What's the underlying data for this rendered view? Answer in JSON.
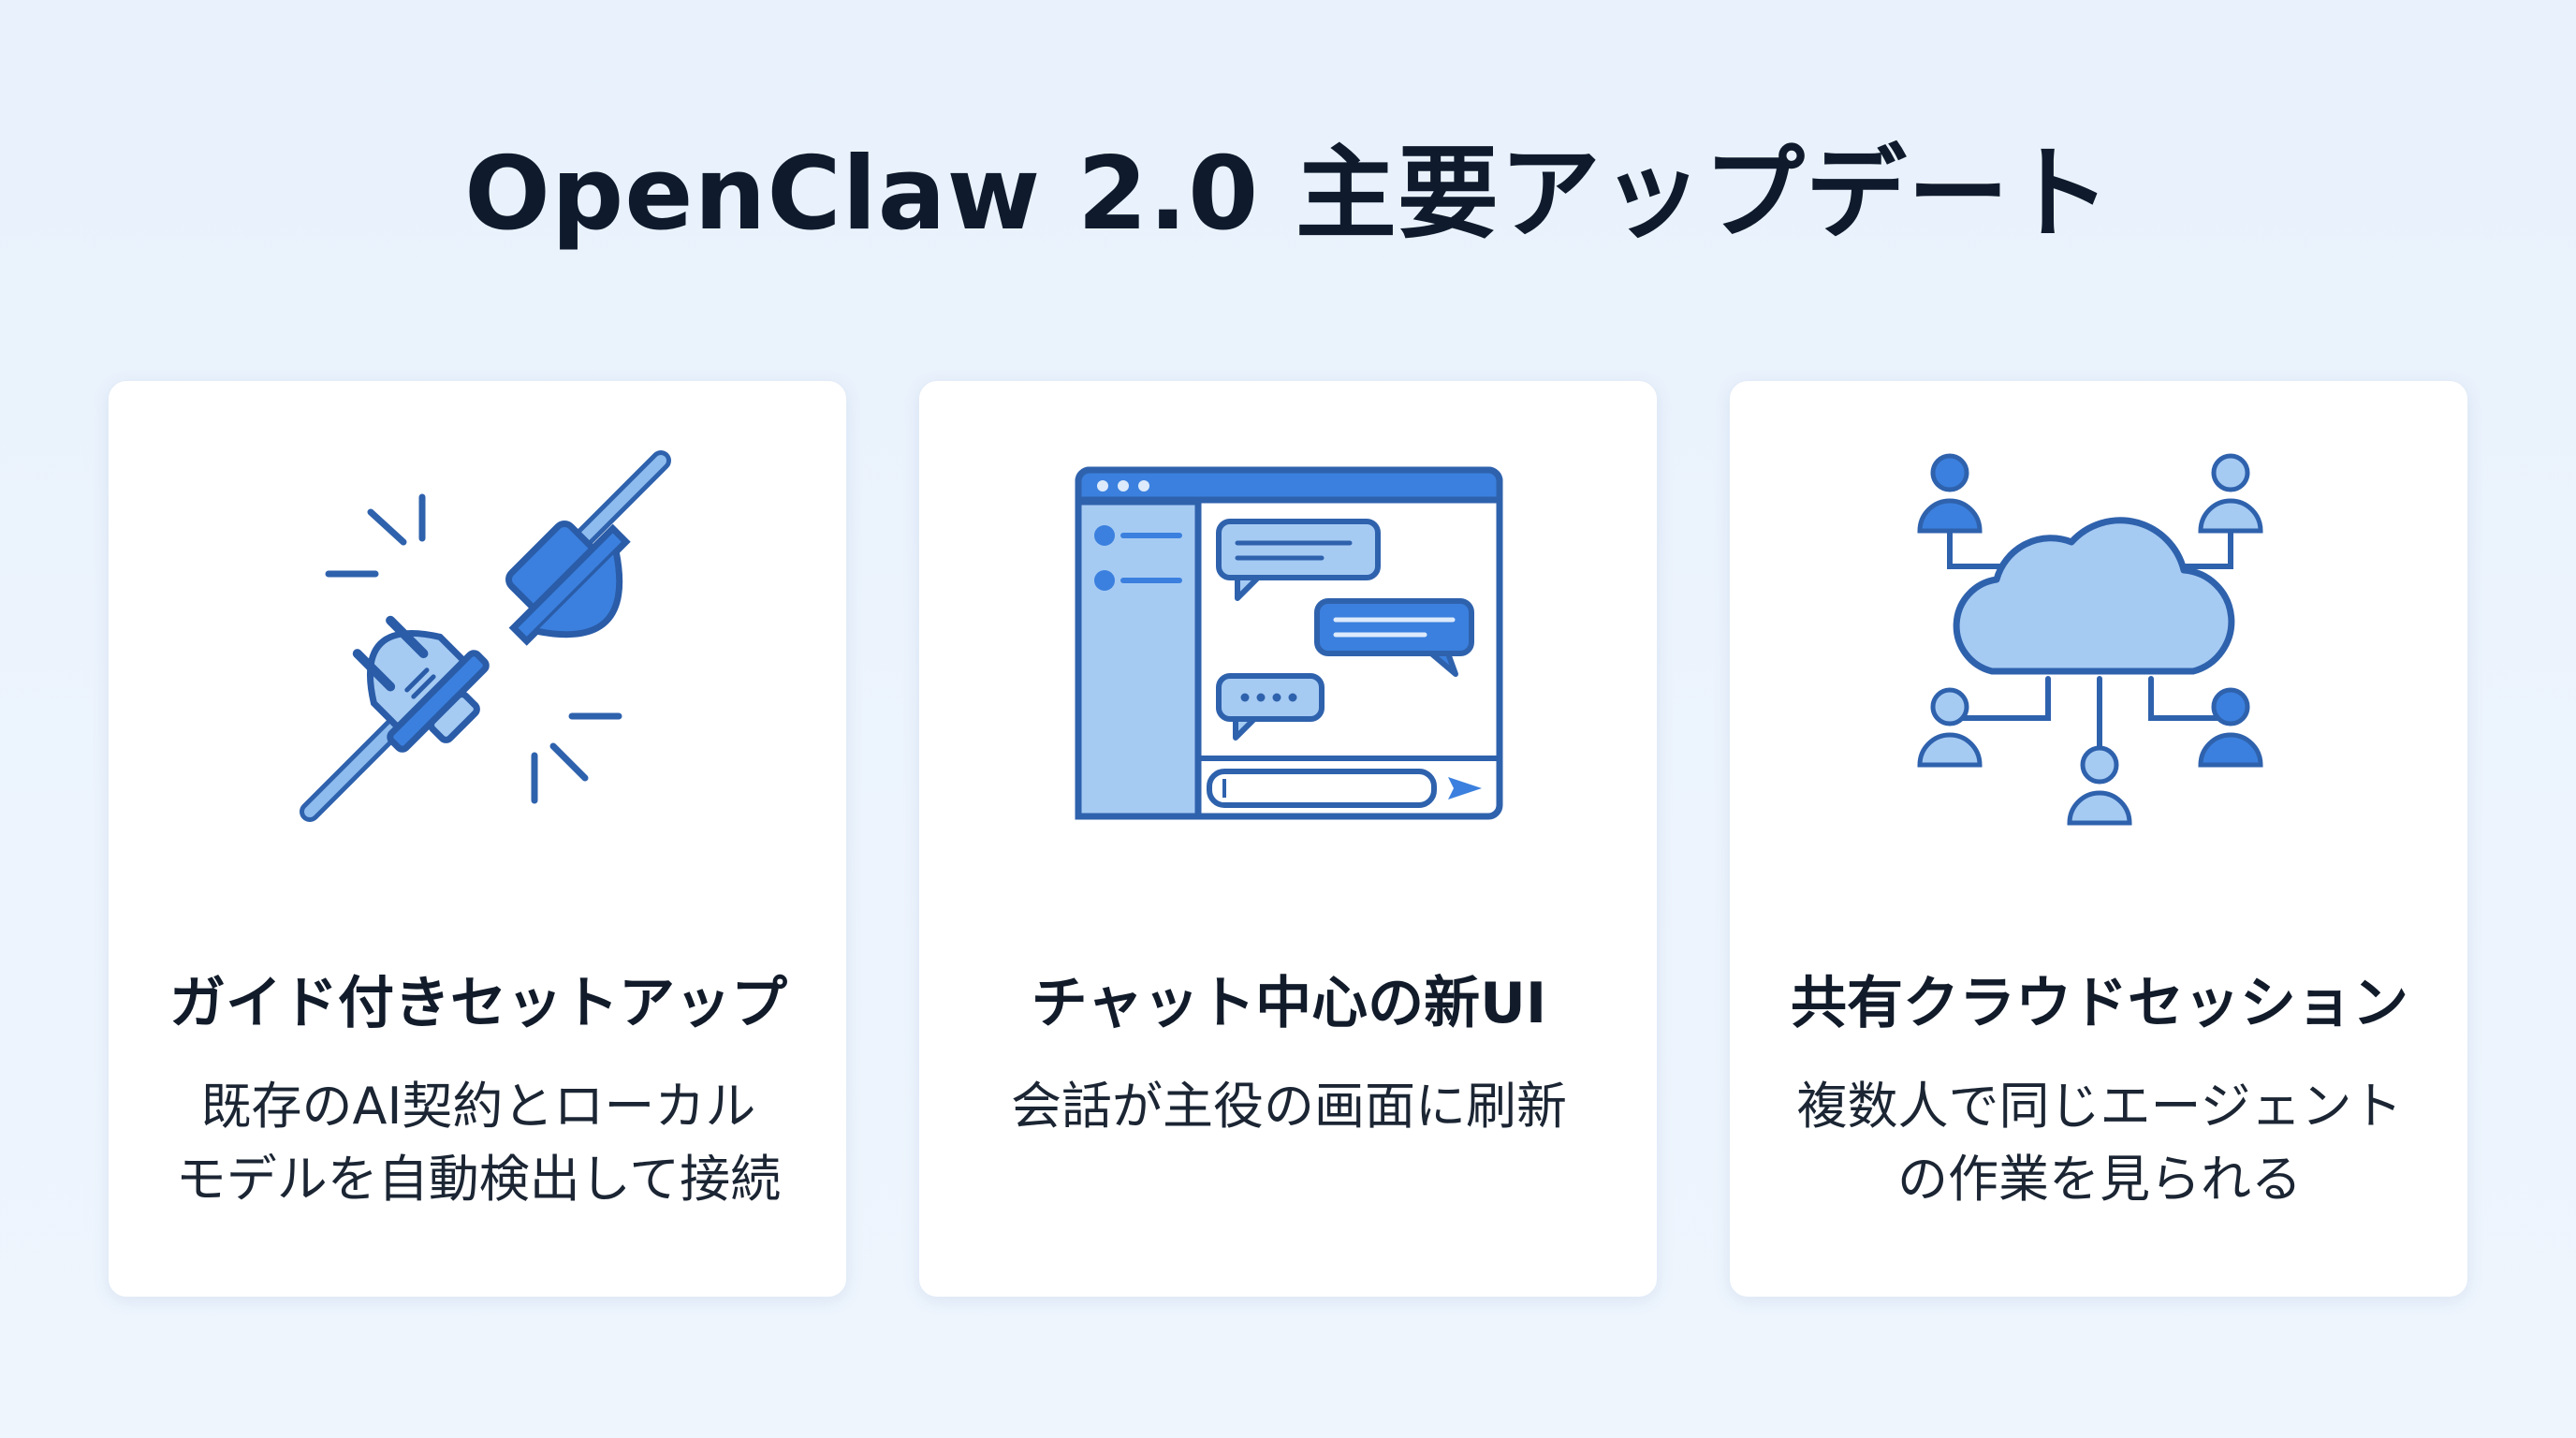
{
  "page": {
    "title": "OpenClaw 2.0 主要アップデート"
  },
  "cards": [
    {
      "title": "ガイド付きセットアップ",
      "desc_lines": [
        "既存のAI契約とローカル",
        "モデルを自動検出して接続"
      ],
      "icon": "plug-connect-icon"
    },
    {
      "title": "チャット中心の新UI",
      "desc_lines": [
        "会話が主役の画面に刷新"
      ],
      "icon": "chat-window-icon"
    },
    {
      "title": "共有クラウドセッション",
      "desc_lines": [
        "複数人で同じエージェント",
        "の作業を見られる"
      ],
      "icon": "cloud-users-icon"
    }
  ],
  "colors": {
    "primary": "#2f74d8",
    "light": "#8fbcef",
    "outline": "#3d6fb8",
    "background": "#eaf2fc"
  }
}
